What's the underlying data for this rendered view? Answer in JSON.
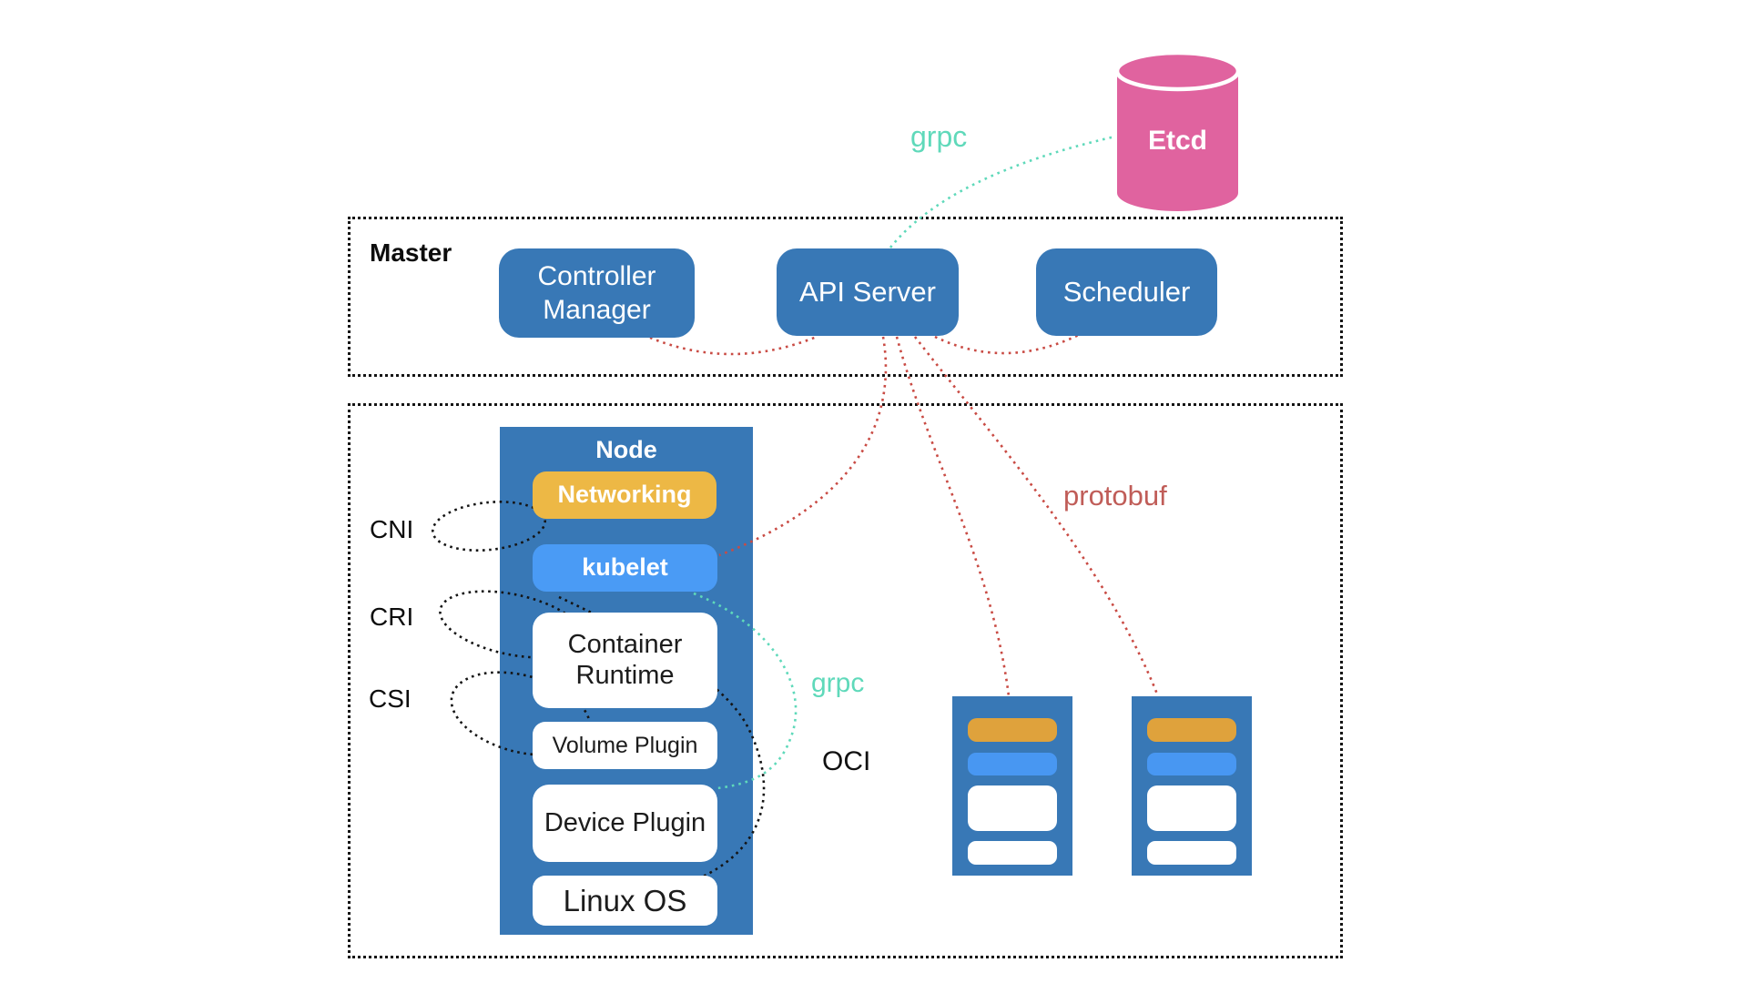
{
  "diagram": {
    "title_hint": "Kubernetes architecture diagram",
    "master": {
      "label": "Master",
      "boxes": [
        {
          "label": "Controller Manager"
        },
        {
          "label": "API Server"
        },
        {
          "label": "Scheduler"
        }
      ]
    },
    "etcd": {
      "label": "Etcd",
      "color": "#e0639f"
    },
    "node": {
      "label": "Node",
      "column_color": "#3878b6",
      "items": [
        {
          "label": "Networking",
          "bg": "#edb845"
        },
        {
          "label": "kubelet",
          "bg": "#4a9bf5"
        },
        {
          "label": "Container Runtime",
          "bg": "#ffffff"
        },
        {
          "label": "Volume Plugin",
          "bg": "#ffffff"
        },
        {
          "label": "Device Plugin",
          "bg": "#ffffff"
        },
        {
          "label": "Linux OS",
          "bg": "#ffffff"
        }
      ]
    },
    "interfaces": [
      {
        "label": "CNI"
      },
      {
        "label": "CRI"
      },
      {
        "label": "CSI"
      }
    ],
    "annotations": {
      "grpc_top": "grpc",
      "grpc_mid": "grpc",
      "oci": "OCI",
      "protobuf": "protobuf"
    },
    "mini_nodes": {
      "count": 2,
      "bar_colors": [
        "#dfa23c",
        "#4897f2",
        "#ffffff",
        "#ffffff"
      ]
    },
    "colors": {
      "box_blue": "#3878b6",
      "kubelet_blue": "#4a9bf5",
      "networking_yellow": "#edb845",
      "etcd_pink": "#e0639f",
      "grpc_teal": "#5fd9ba",
      "protobuf_red": "#c05d58",
      "line_red": "#c94b44",
      "line_black": "#141414"
    }
  }
}
